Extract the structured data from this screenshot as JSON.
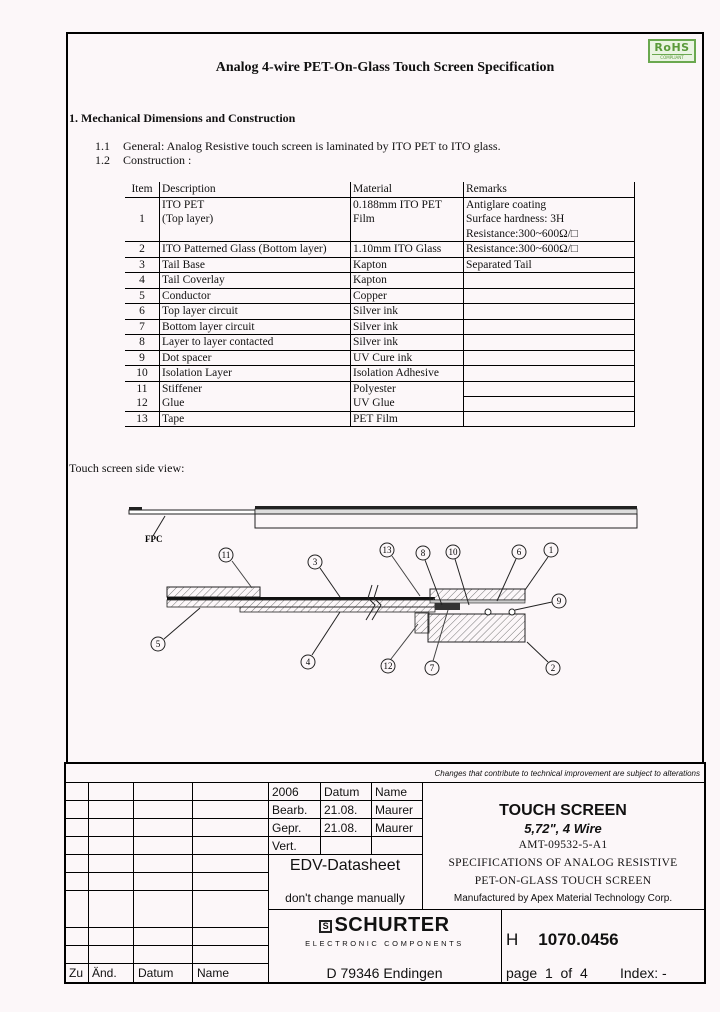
{
  "document": {
    "title": "Analog 4-wire PET-On-Glass Touch Screen Specification",
    "rohs_badge": {
      "label": "RoHS",
      "sublabel": "COMPLIANT",
      "color": "#5a9a3a"
    },
    "section_1": {
      "heading": "1.  Mechanical Dimensions and Construction",
      "items": [
        {
          "num": "1.1",
          "text": "General: Analog Resistive touch screen is laminated by ITO PET to ITO glass."
        },
        {
          "num": "1.2",
          "text": "Construction :"
        }
      ]
    },
    "construction_table": {
      "headers": [
        "Item",
        "Description",
        "Material",
        "Remarks"
      ],
      "rows": [
        {
          "item": "1",
          "description": [
            "ITO PET",
            "(Top layer)"
          ],
          "material": [
            "0.188mm ITO PET",
            "Film"
          ],
          "remarks": [
            "Antiglare coating",
            "Surface hardness: 3H",
            "Resistance:300~600Ω/□"
          ]
        },
        {
          "item": "2",
          "description": [
            "ITO Patterned Glass (Bottom layer)"
          ],
          "material": [
            "1.10mm ITO Glass"
          ],
          "remarks": [
            "Resistance:300~600Ω/□"
          ]
        },
        {
          "item": "3",
          "description": [
            "Tail Base"
          ],
          "material": [
            "Kapton"
          ],
          "remarks": [
            "Separated Tail"
          ]
        },
        {
          "item": "4",
          "description": [
            "Tail Coverlay"
          ],
          "material": [
            "Kapton"
          ],
          "remarks": [
            ""
          ]
        },
        {
          "item": "5",
          "description": [
            "Conductor"
          ],
          "material": [
            "Copper"
          ],
          "remarks": [
            ""
          ]
        },
        {
          "item": "6",
          "description": [
            "Top layer circuit"
          ],
          "material": [
            "Silver ink"
          ],
          "remarks": [
            ""
          ]
        },
        {
          "item": "7",
          "description": [
            "Bottom layer circuit"
          ],
          "material": [
            "Silver ink"
          ],
          "remarks": [
            ""
          ]
        },
        {
          "item": "8",
          "description": [
            "Layer to layer contacted"
          ],
          "material": [
            "Silver ink"
          ],
          "remarks": [
            ""
          ]
        },
        {
          "item": "9",
          "description": [
            "Dot spacer"
          ],
          "material": [
            "UV Cure ink"
          ],
          "remarks": [
            ""
          ]
        },
        {
          "item": "10",
          "description": [
            "Isolation Layer"
          ],
          "material": [
            "Isolation Adhesive"
          ],
          "remarks": [
            ""
          ]
        },
        {
          "item": "11",
          "description": [
            "Stiffener"
          ],
          "material": [
            "Polyester"
          ],
          "remarks": [
            ""
          ]
        },
        {
          "item": "12",
          "description": [
            "Glue"
          ],
          "material": [
            "UV Glue"
          ],
          "remarks": [
            ""
          ]
        },
        {
          "item": "13",
          "description": [
            "Tape"
          ],
          "material": [
            "PET Film"
          ],
          "remarks": [
            ""
          ]
        }
      ]
    },
    "side_view": {
      "label": "Touch screen side view:",
      "fpc_label": "FPC",
      "callouts": [
        "11",
        "3",
        "13",
        "8",
        "10",
        "6",
        "1",
        "9",
        "5",
        "4",
        "12",
        "7",
        "2"
      ]
    }
  },
  "title_block": {
    "changes_note": "Changes that contribute to technical improvement are subject to alterations",
    "year": "2006",
    "col_datum": "Datum",
    "col_name": "Name",
    "rows": [
      {
        "label": "Bearb.",
        "date": "21.08.",
        "name": "Maurer"
      },
      {
        "label": "Gepr.",
        "date": "21.08.",
        "name": "Maurer"
      },
      {
        "label": "Vert.",
        "date": "",
        "name": ""
      }
    ],
    "edv_label": "EDV-Datasheet",
    "edv_note": "don't change manually",
    "product_title": "TOUCH SCREEN",
    "product_subtitle": "5,72\",  4 Wire",
    "part_code": "AMT-09532-5-A1",
    "spec_line1": "SPECIFICATIONS OF ANALOG RESISTIVE",
    "spec_line2": "PET-ON-GLASS TOUCH SCREEN",
    "manufacturer": "Manufactured by Apex Material Technology Corp.",
    "company_logo": "SCHURTER",
    "company_logo_mark": "S",
    "company_tagline": "ELECTRONIC COMPONENTS",
    "company_address": "D 79346 Endingen",
    "doc_prefix": "H",
    "doc_number": "1070.0456",
    "page_label": "page",
    "page_current": "1",
    "page_of": "of",
    "page_total": "4",
    "index_label": "Index: -",
    "revision_headers": [
      "Zu",
      "Änd.",
      "Datum",
      "Name"
    ]
  }
}
